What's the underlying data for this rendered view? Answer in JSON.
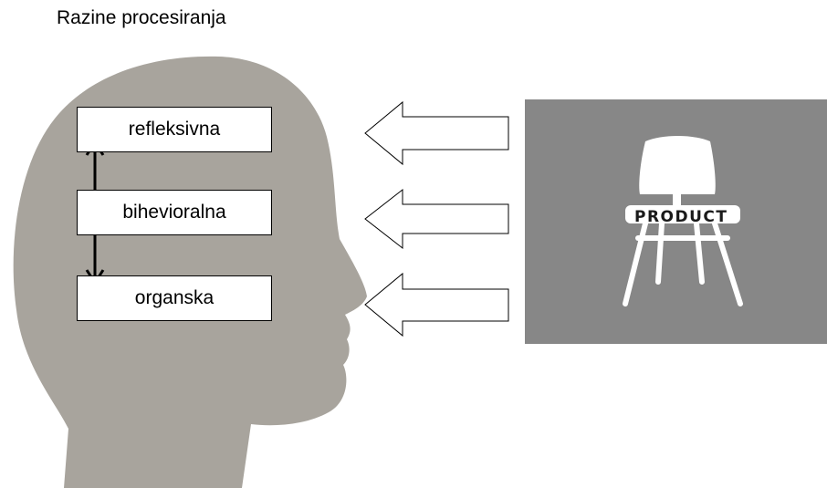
{
  "title": "Razine procesiranja",
  "levels": [
    {
      "label": "refleksivna"
    },
    {
      "label": "bihevioralna"
    },
    {
      "label": "organska"
    }
  ],
  "product": {
    "label": "PRODUCT"
  },
  "colors": {
    "head": "#a8a49d",
    "product_bg": "#878787",
    "chair": "#ffffff",
    "box_border": "#000000"
  },
  "icons": [
    "head-silhouette-icon",
    "chair-icon",
    "arrow-left-icon",
    "double-arrow-icon"
  ]
}
